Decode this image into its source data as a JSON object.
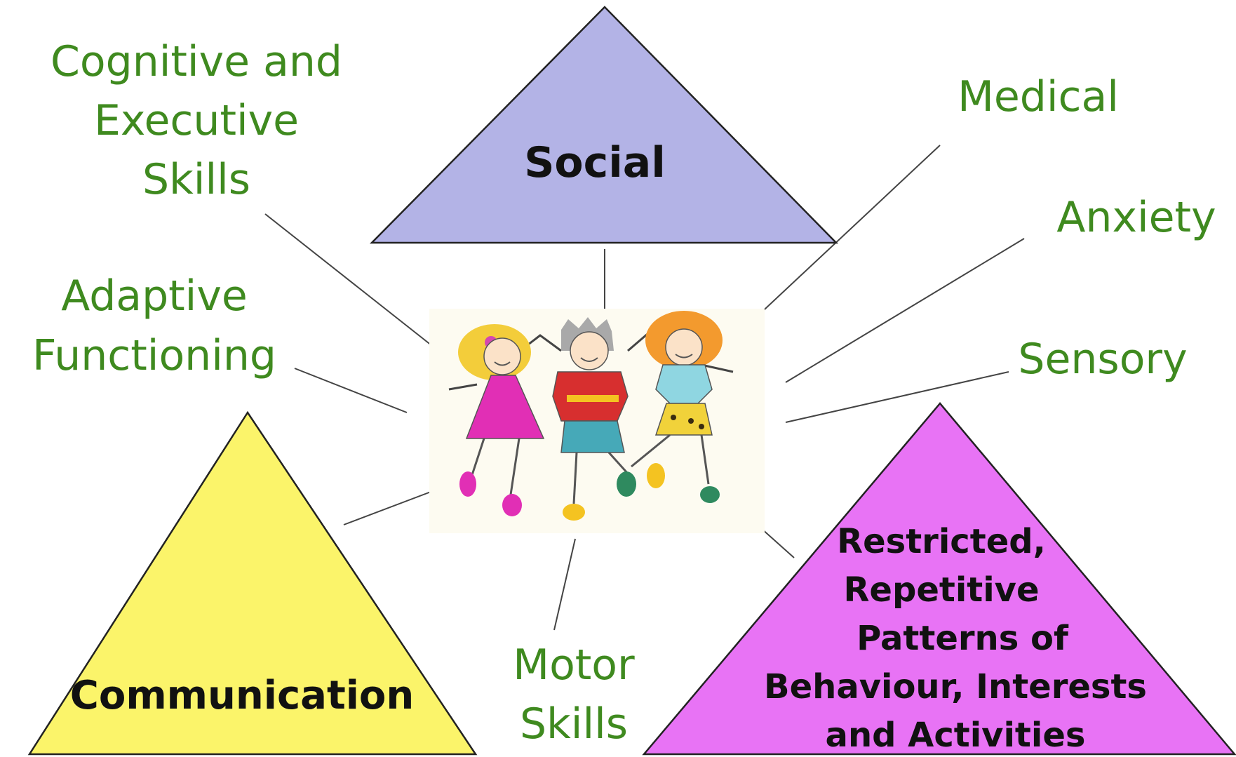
{
  "diagram": {
    "central_figure": "three-children-illustration",
    "domains": [
      {
        "id": "social",
        "label": "Social",
        "color": "#b3b3e6"
      },
      {
        "id": "communication",
        "label": "Communication",
        "color": "#fbf46a"
      },
      {
        "id": "rrb",
        "lines": [
          "Restricted,",
          "Repetitive",
          "Patterns of",
          "Behaviour, Interests",
          "and Activities"
        ],
        "color": "#e873f5"
      }
    ],
    "features": {
      "cognitive": [
        "Cognitive and",
        "Executive",
        "Skills"
      ],
      "adaptive": [
        "Adaptive",
        "Functioning"
      ],
      "medical": "Medical",
      "anxiety": "Anxiety",
      "sensory": "Sensory",
      "motor": [
        "Motor",
        "Skills"
      ]
    },
    "label_color": "#3f8a1f"
  }
}
